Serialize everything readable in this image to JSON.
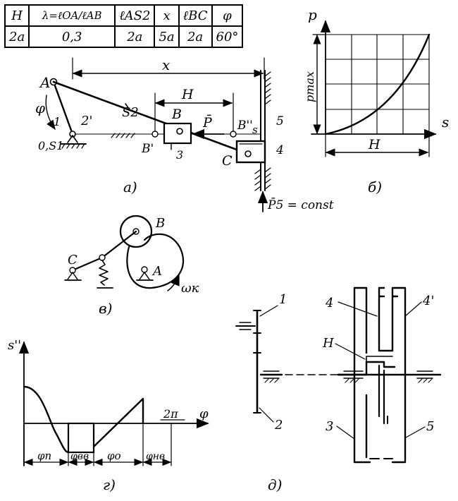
{
  "table": {
    "headers": [
      "H",
      "λ=ℓOA/ℓAB",
      "ℓAS2",
      "x",
      "ℓBC",
      "φ"
    ],
    "values": [
      "2a",
      "0,3",
      "2a",
      "5a",
      "2a",
      "60°"
    ]
  },
  "fig_a": {
    "caption": "а)",
    "labels": {
      "x": "x",
      "H": "H",
      "A": "A",
      "phi": "φ",
      "one": "1",
      "O": "0,S1",
      "two": "2'",
      "S2": "S2",
      "B": "B",
      "Bp": "B'",
      "Bpp": "B''",
      "three": "3",
      "P": "P̄",
      "five": "5",
      "s": "s",
      "C": "C",
      "four": "4",
      "P5": "P̄5 = const"
    }
  },
  "fig_b": {
    "caption": "б)",
    "labels": {
      "p": "p",
      "pmax": "pmax",
      "s": "s",
      "H": "H"
    }
  },
  "fig_v": {
    "caption": "в)",
    "labels": {
      "B": "B",
      "C": "C",
      "A": "A",
      "omega": "ωк"
    }
  },
  "fig_g": {
    "caption": "г)",
    "labels": {
      "s": "s''",
      "twopi": "2π",
      "phi": "φ",
      "phi_p": "φп",
      "phi_vv": "φвв",
      "phi_o": "φо",
      "phi_nv": "φнв"
    }
  },
  "fig_d": {
    "caption": "д)",
    "labels": {
      "one": "1",
      "two": "2",
      "four": "4",
      "fourp": "4'",
      "H": "H",
      "three": "3",
      "five": "5"
    }
  }
}
